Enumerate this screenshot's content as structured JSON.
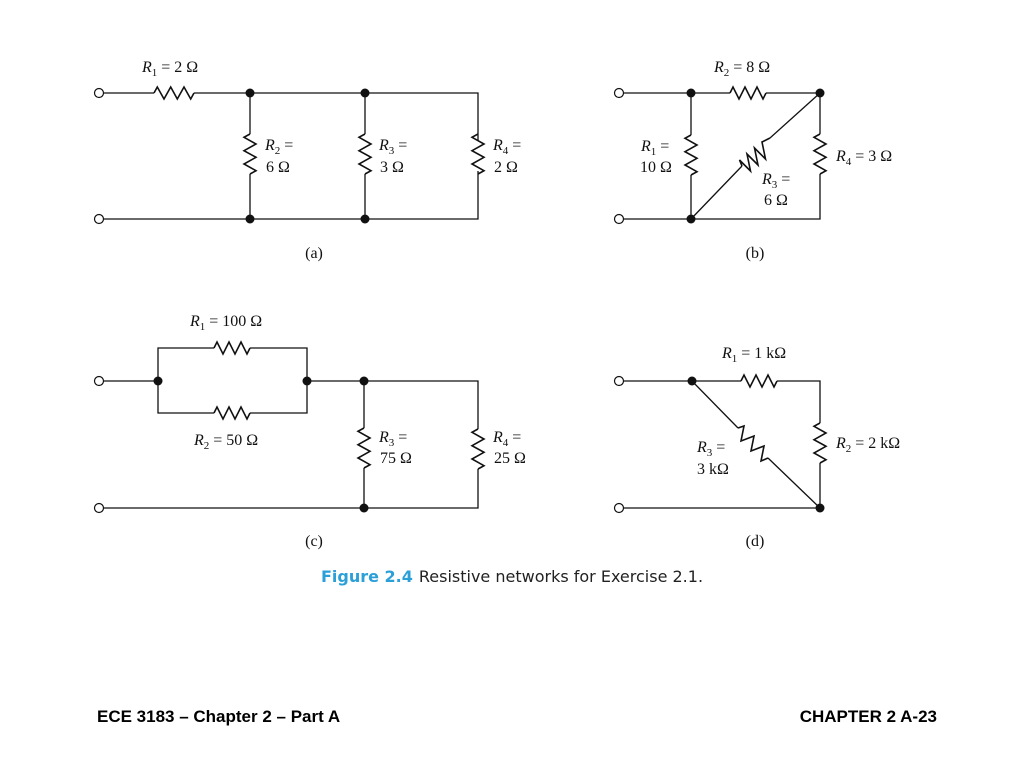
{
  "circuits": {
    "a": {
      "caption": "(a)",
      "r1": {
        "sym": "R",
        "sub": "1",
        "val": " = 2 Ω"
      },
      "r2": {
        "sym": "R",
        "sub": "2",
        "eq": " =",
        "val": "6 Ω"
      },
      "r3": {
        "sym": "R",
        "sub": "3",
        "eq": " =",
        "val": "3 Ω"
      },
      "r4": {
        "sym": "R",
        "sub": "4",
        "eq": " =",
        "val": "2 Ω"
      }
    },
    "b": {
      "caption": "(b)",
      "r1": {
        "sym": "R",
        "sub": "1",
        "eq": " =",
        "val": "10 Ω"
      },
      "r2": {
        "sym": "R",
        "sub": "2",
        "val": " = 8 Ω"
      },
      "r3": {
        "sym": "R",
        "sub": "3",
        "eq": " =",
        "val": "6 Ω"
      },
      "r4": {
        "sym": "R",
        "sub": "4",
        "val": " = 3 Ω"
      }
    },
    "c": {
      "caption": "(c)",
      "r1": {
        "sym": "R",
        "sub": "1",
        "val": " = 100 Ω"
      },
      "r2": {
        "sym": "R",
        "sub": "2",
        "val": " = 50 Ω"
      },
      "r3": {
        "sym": "R",
        "sub": "3",
        "eq": " =",
        "val": "75 Ω"
      },
      "r4": {
        "sym": "R",
        "sub": "4",
        "eq": " =",
        "val": "25 Ω"
      }
    },
    "d": {
      "caption": "(d)",
      "r1": {
        "sym": "R",
        "sub": "1",
        "val": " = 1 kΩ"
      },
      "r2": {
        "sym": "R",
        "sub": "2",
        "val": " = 2 kΩ"
      },
      "r3": {
        "sym": "R",
        "sub": "3",
        "eq": " =",
        "val": "3 kΩ"
      }
    }
  },
  "figure": {
    "number": "Figure 2.4",
    "caption": "Resistive networks for Exercise 2.1."
  },
  "footer": {
    "left": "ECE 3183 – Chapter 2 – Part A",
    "right": "CHAPTER 2 A-23"
  }
}
